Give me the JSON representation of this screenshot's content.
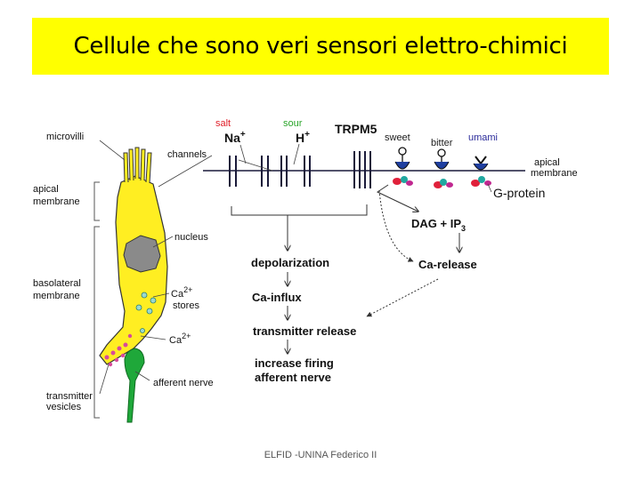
{
  "title": "Cellule che sono veri sensori elettro-chimici",
  "footer": "ELFID -UNINA Federico II",
  "cell_labels": {
    "microvilli": "microvilli",
    "apical_membrane_1": "apical",
    "apical_membrane_2": "membrane",
    "nucleus": "nucleus",
    "basolateral_1": "basolateral",
    "basolateral_2": "membrane",
    "ca_stores_ion": "Ca",
    "ca_stores_sup": "2+",
    "ca_stores_word": "stores",
    "ca_ion": "Ca",
    "ca_sup": "2+",
    "afferent_nerve": "afferent nerve",
    "transmitter_1": "transmitter",
    "transmitter_2": "vesicles",
    "channels": "channels"
  },
  "stimuli": {
    "salt": "salt",
    "sour": "sour",
    "na": "Na",
    "na_sup": "+",
    "h": "H",
    "h_sup": "+",
    "trpm5": "TRPM5",
    "sweet": "sweet",
    "bitter": "bitter",
    "umami": "umami",
    "apical_1": "apical",
    "apical_2": "membrane",
    "g_protein": "G-protein",
    "dag": "DAG + IP",
    "dag_sub": "3"
  },
  "cascade": {
    "depolarization": "depolarization",
    "ca_release": "Ca-release",
    "ca_influx": "Ca-influx",
    "transmitter_release": "transmitter release",
    "increase_1": "increase firing",
    "increase_2": "afferent nerve"
  },
  "colors": {
    "title_bg": "#ffff00",
    "cell_fill": "#ffee22",
    "nucleus_fill": "#8a8a8a",
    "nerve_fill": "#1fa83a",
    "salt_label": "#e0202a",
    "sour_label": "#2aa52a",
    "sweet_label": "#1a1a1a",
    "bitter_label": "#222222",
    "umami_label": "#2a2a9a",
    "receptor": "#1f3f9f",
    "gprotein_red": "#e0203a",
    "gprotein_teal": "#20a8a0",
    "gprotein_magenta": "#c02890"
  }
}
